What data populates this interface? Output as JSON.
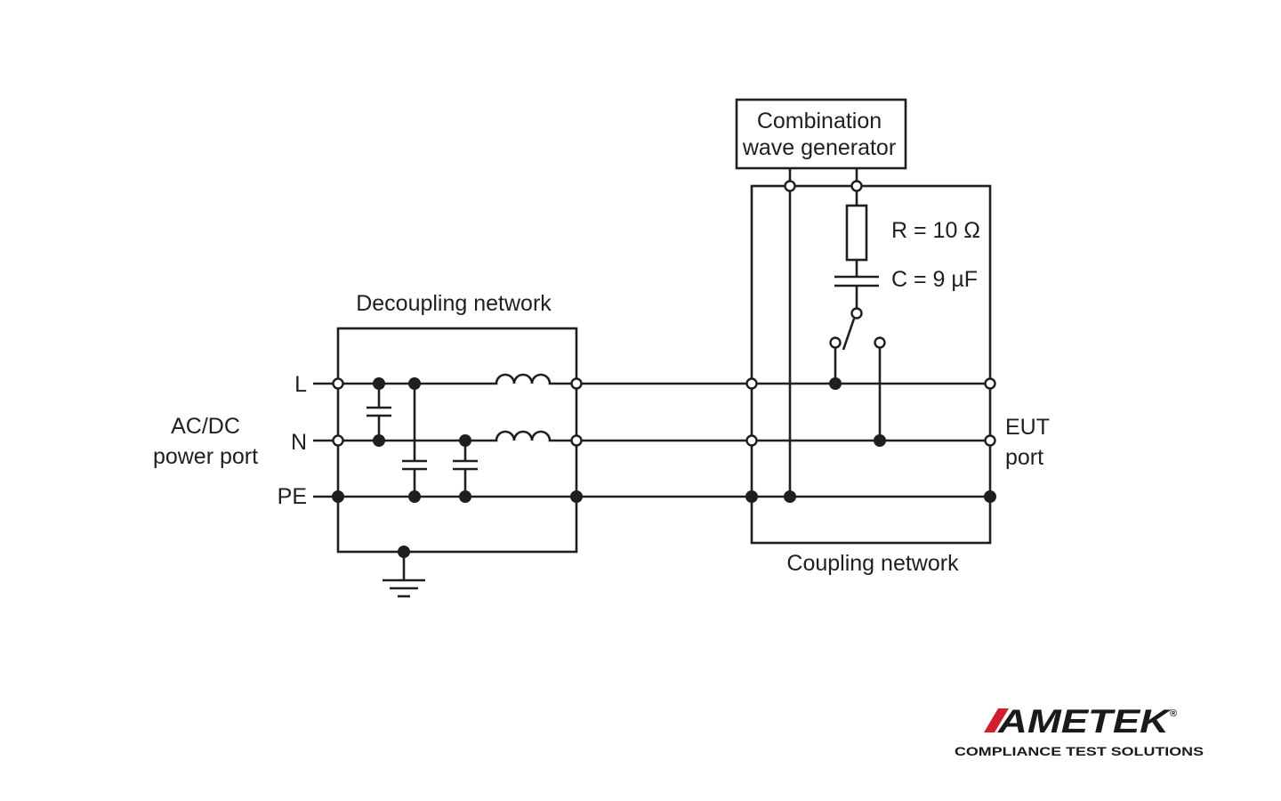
{
  "diagram": {
    "labels": {
      "decoupling": "Decoupling network",
      "coupling": "Coupling network",
      "generator_line1": "Combination",
      "generator_line2": "wave generator",
      "resistor": "R = 10 Ω",
      "capacitor": "C = 9 µF",
      "line_L": "L",
      "line_N": "N",
      "line_PE": "PE",
      "acdc_line1": "AC/DC",
      "acdc_line2": "power port",
      "eut_line1": "EUT",
      "eut_line2": "port"
    }
  },
  "logo": {
    "brand": "AMETEK",
    "registered": "®",
    "tagline": "COMPLIANCE TEST SOLUTIONS",
    "accent_color": "#d0202e"
  }
}
